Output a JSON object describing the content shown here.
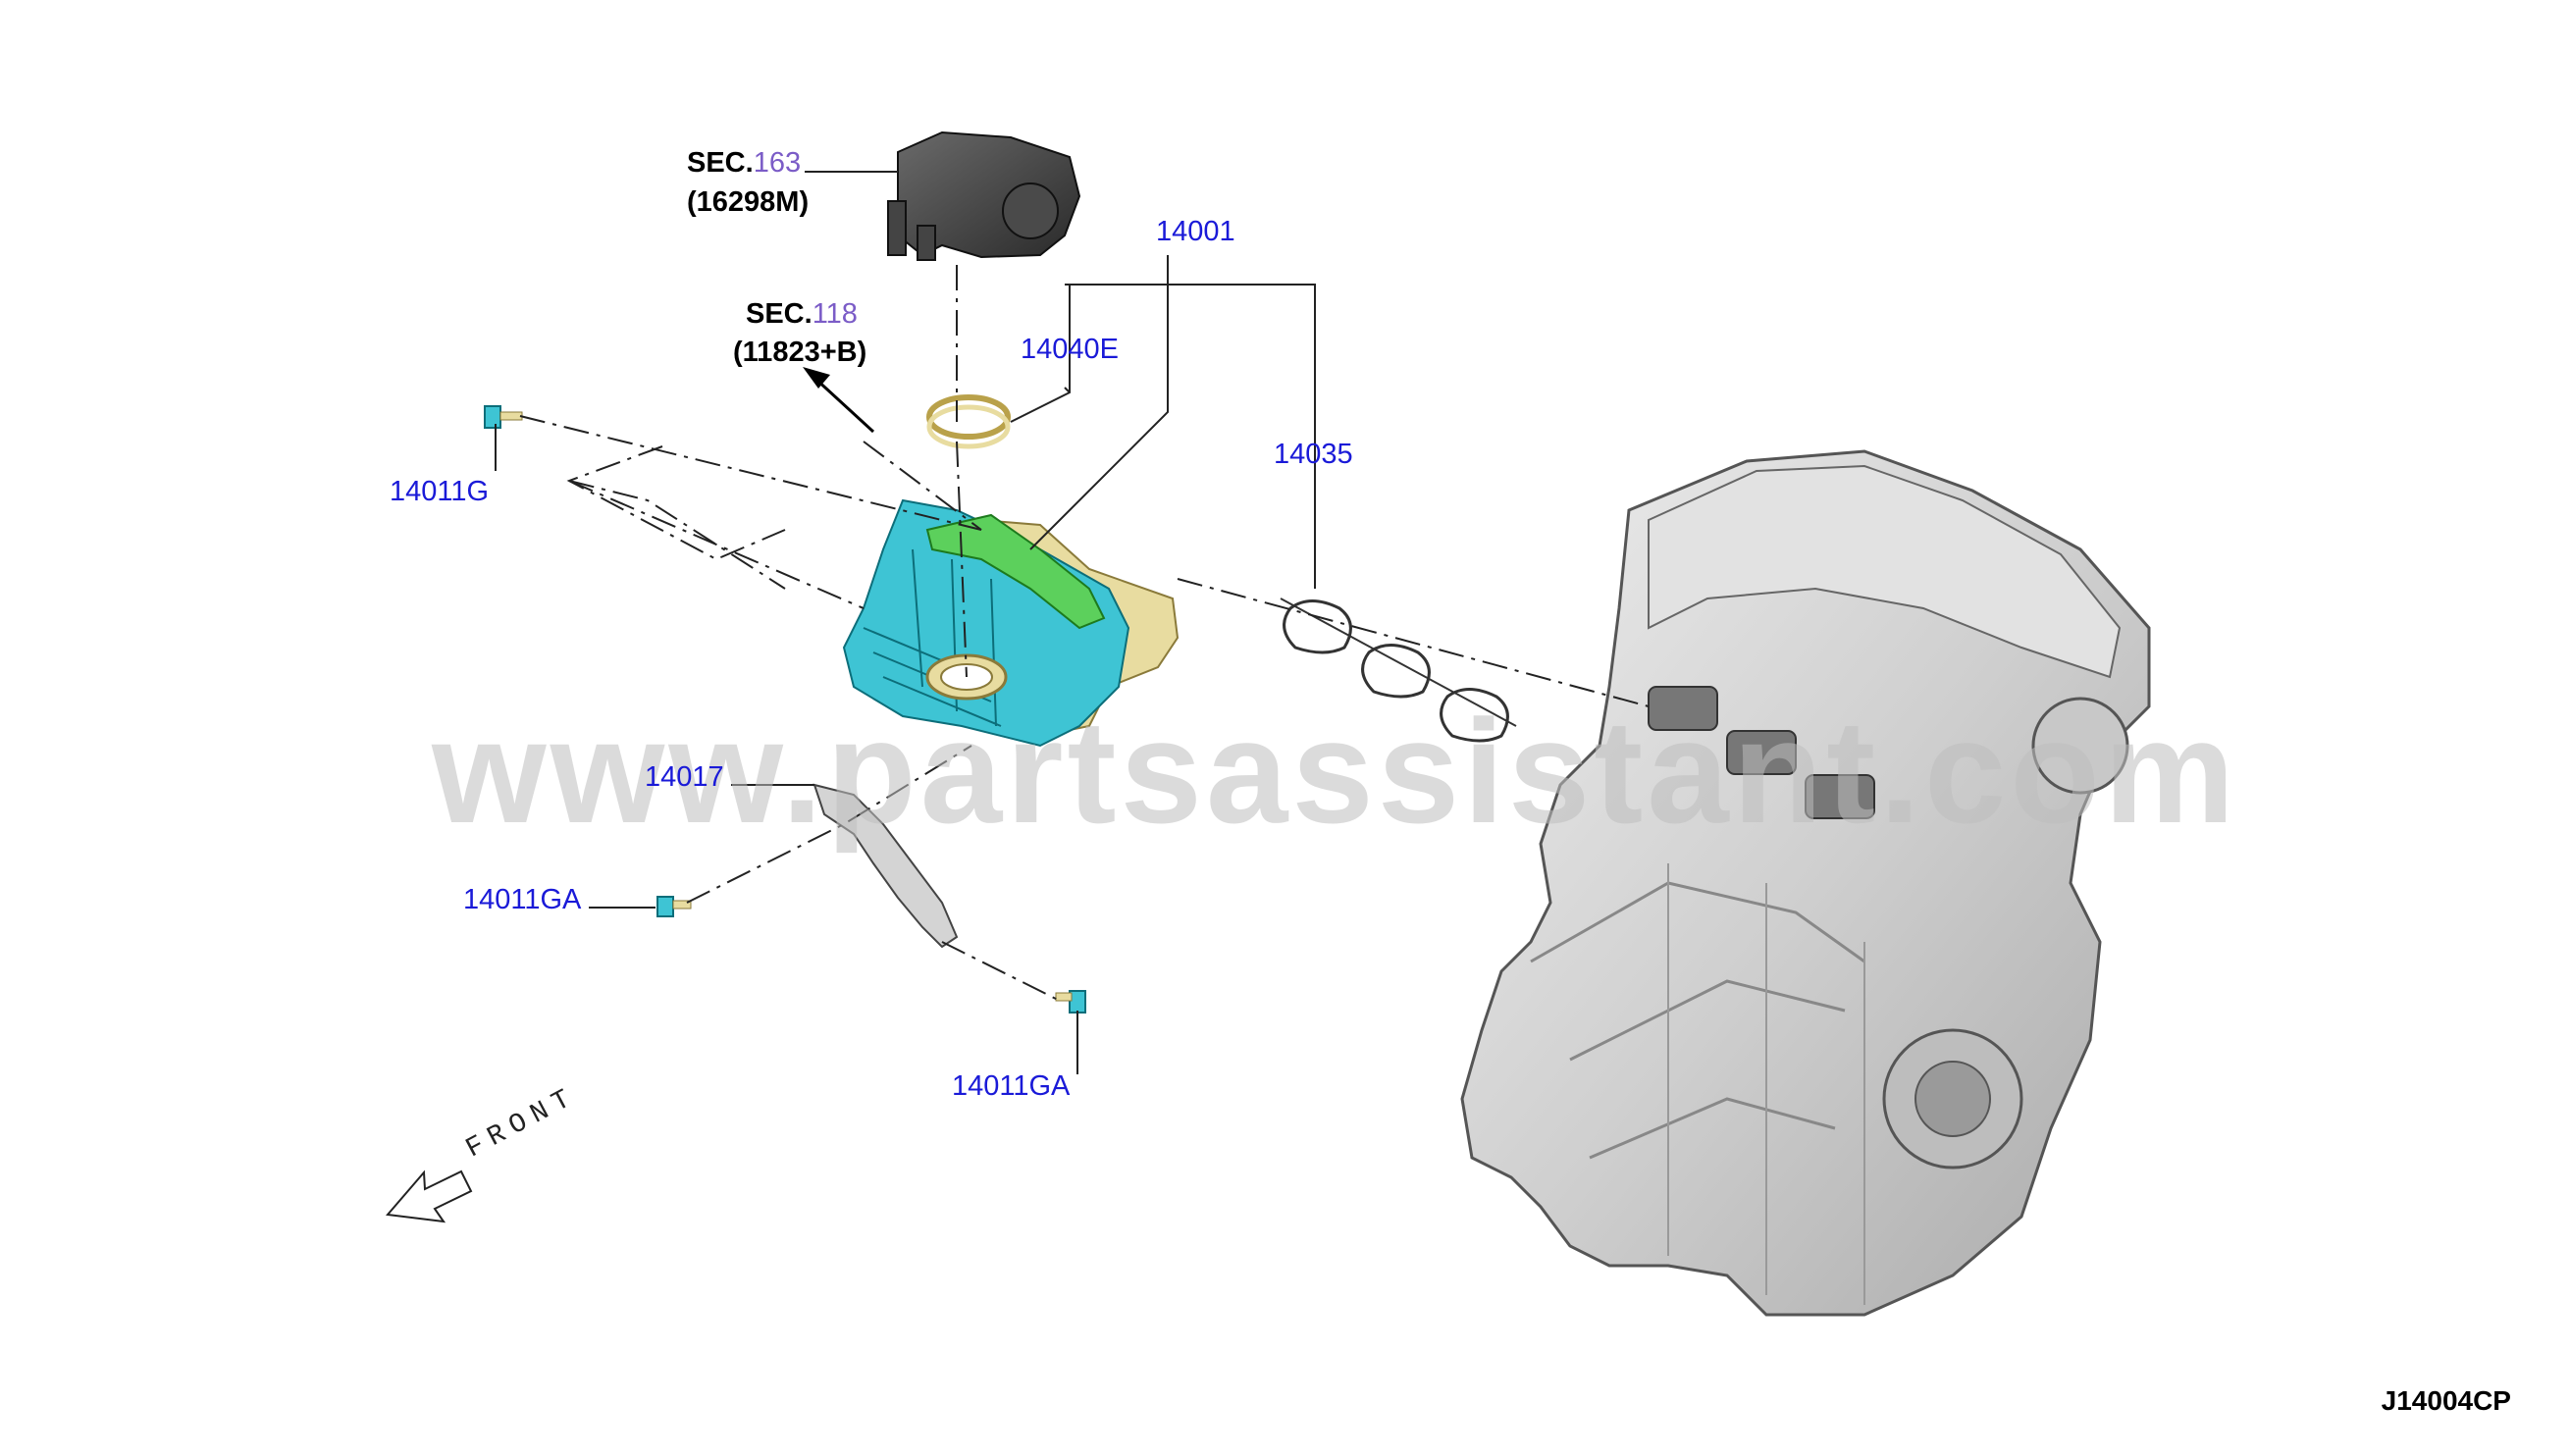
{
  "labels": {
    "sec163_prefix": "SEC.",
    "sec163_num": "163",
    "sec163_ref": "(16298M)",
    "sec118_prefix": "SEC.",
    "sec118_num": "118",
    "sec118_ref": "(11823+B)",
    "p14001": "14001",
    "p14040E": "14040E",
    "p14035": "14035",
    "p14011G": "14011G",
    "p14017": "14017",
    "p14011GA_1": "14011GA",
    "p14011GA_2": "14011GA",
    "front": "FRONT",
    "diagram_code": "J14004CP",
    "watermark": "www.partsassistant.com"
  },
  "colors": {
    "part_number": "#1a1ad8",
    "section_number": "#7b5cc7",
    "manifold": "#3ec4d4",
    "manifold_flange": "#e8dca0",
    "actuator_arm": "#5cd05c",
    "engine": "#d7d7d7",
    "throttle_body": "#3a3a3a"
  }
}
